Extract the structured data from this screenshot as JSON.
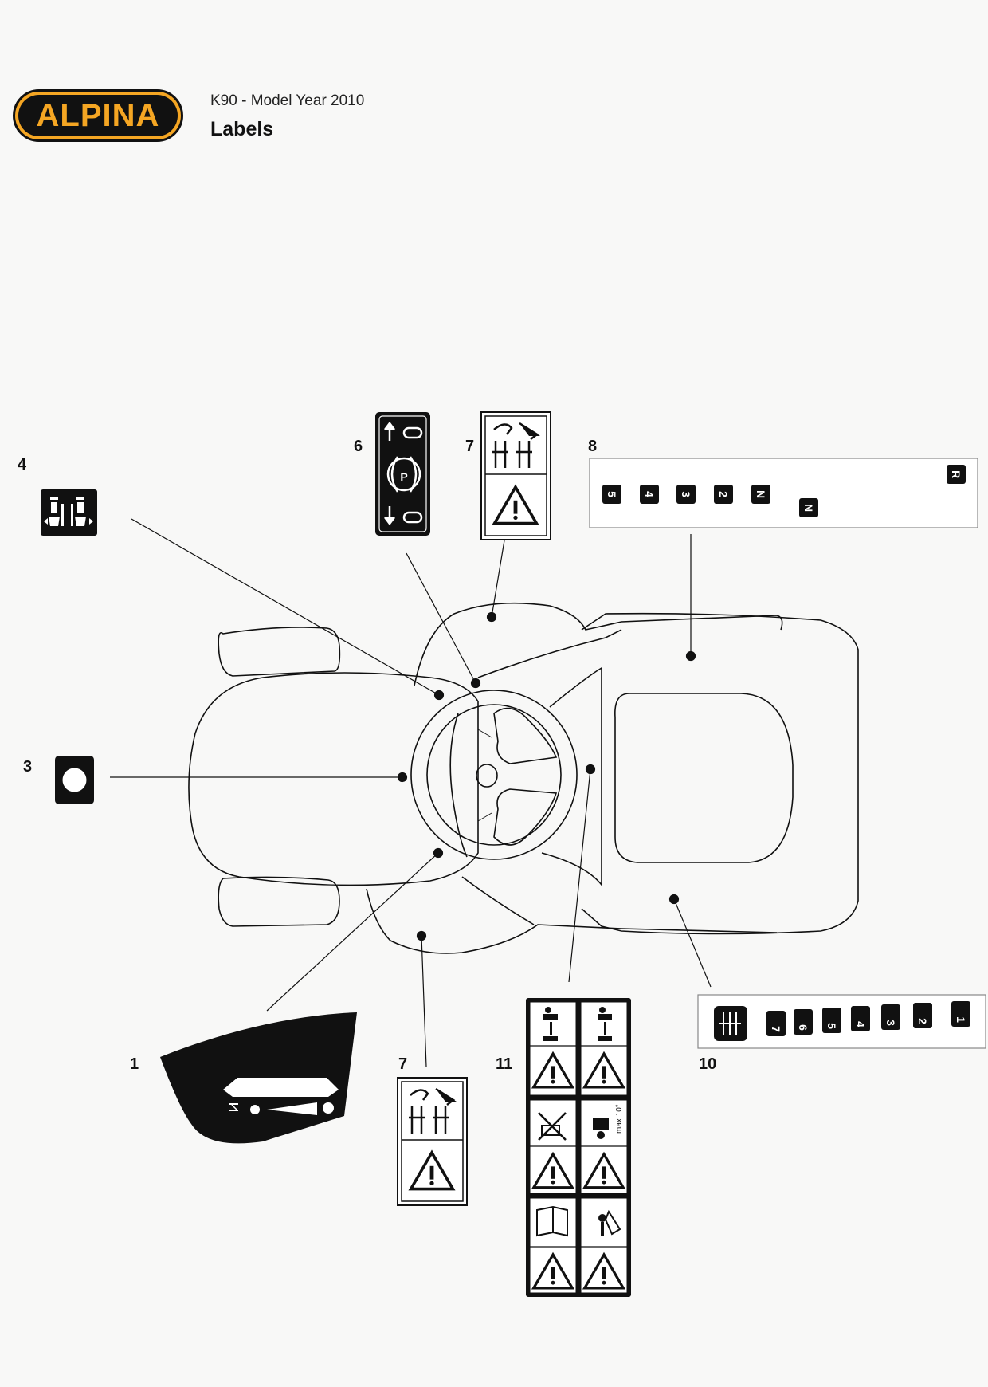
{
  "header": {
    "brand": "ALPINA",
    "subtitle": "K90 - Model Year 2010",
    "title": "Labels"
  },
  "colors": {
    "brand_orange": "#f5a623",
    "brand_black": "#111111",
    "line": "#111111",
    "background": "#f8f8f7"
  },
  "callouts": {
    "c1": "1",
    "c3": "3",
    "c4": "4",
    "c6": "6",
    "c7a": "7",
    "c7b": "7",
    "c8": "8",
    "c10": "10",
    "c11": "11"
  },
  "gear_label": {
    "gears": [
      "5",
      "4",
      "3",
      "2",
      "N",
      "N",
      "R"
    ]
  },
  "speed_label": {
    "gears": [
      "7",
      "6",
      "5",
      "4",
      "3",
      "2",
      "1"
    ]
  },
  "icons": {
    "label_1": "throttle-lever-label-icon",
    "label_3": "ignition-circle-icon",
    "label_4": "height-adjust-icon",
    "label_6": "parking-brake-icon",
    "label_7": "rotating-blade-warning-icon",
    "label_11": "safety-warnings-icon",
    "warning": "warning-triangle-icon"
  },
  "label_11_text": "max 10°"
}
